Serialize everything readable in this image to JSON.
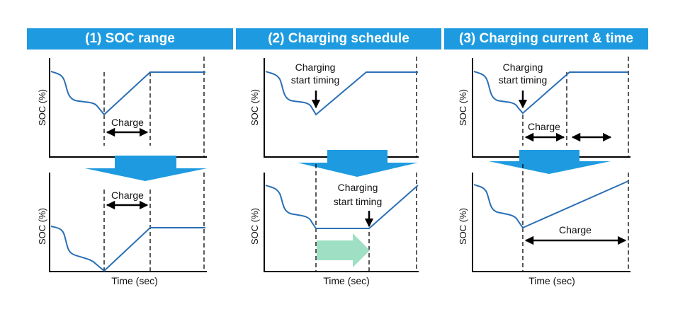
{
  "panels": [
    {
      "title": "(1) SOC range"
    },
    {
      "title": "(2) Charging schedule"
    },
    {
      "title": "(3) Charging current & time"
    }
  ],
  "labels": {
    "soc_axis": "SOC (%)",
    "time_axis": "Time (sec)",
    "charge": "Charge",
    "charging_start_line1": "Charging",
    "charging_start_line2": "start timing"
  },
  "colors": {
    "header": "#1e9be0",
    "curve": "#2a6fb5",
    "big_arrow": "#1e9be0",
    "green_arrow": "#9fe0c4"
  }
}
